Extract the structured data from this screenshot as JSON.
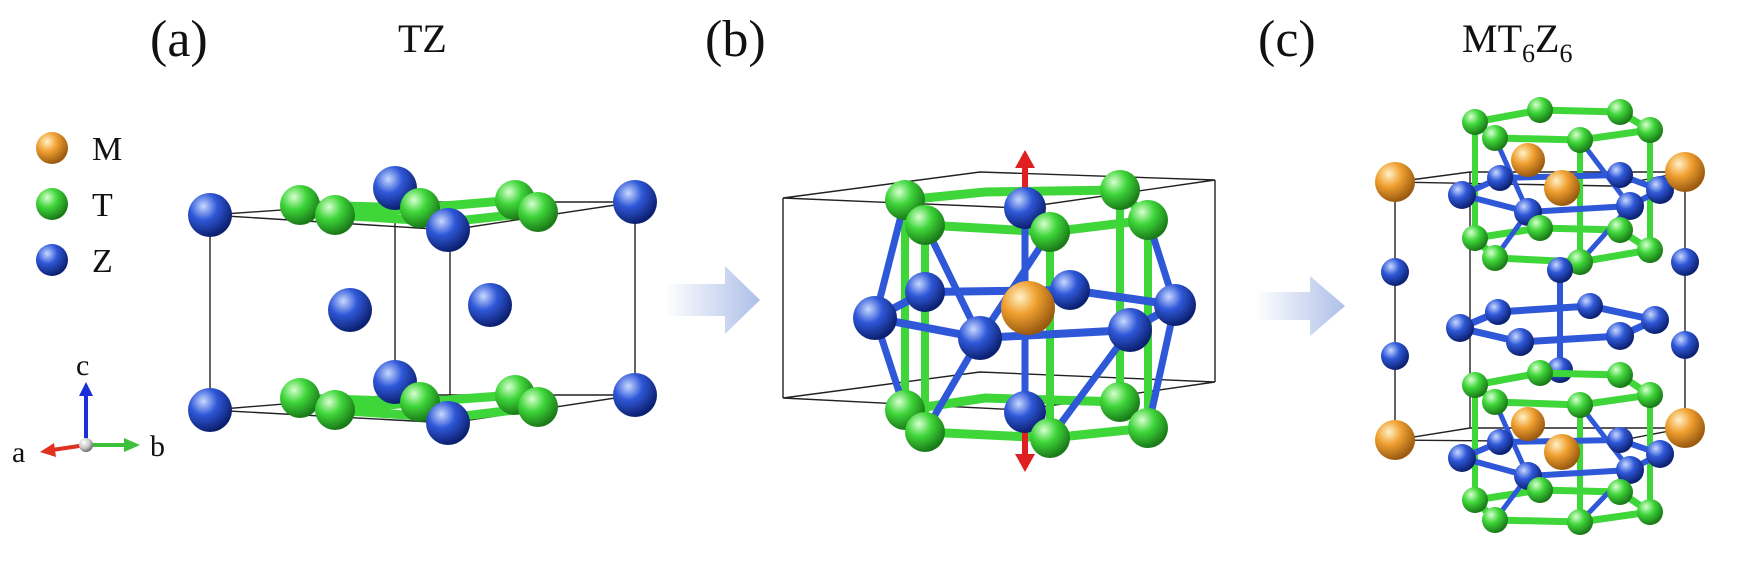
{
  "panels": [
    {
      "label": "(a)",
      "title": "TZ"
    },
    {
      "label": "(b)",
      "title": ""
    },
    {
      "label": "(c)",
      "title_main": "MT",
      "title_sub1": "6",
      "title_mid": "Z",
      "title_sub2": "6"
    }
  ],
  "legend": [
    {
      "symbol": "M",
      "color": "#f0a030"
    },
    {
      "symbol": "T",
      "color": "#3fd63a"
    },
    {
      "symbol": "Z",
      "color": "#2f58d8"
    }
  ],
  "axes": {
    "a": "a",
    "b": "b",
    "c": "c"
  },
  "colors": {
    "M": "#f0a030",
    "T": "#3fd63a",
    "Z": "#2f58d8",
    "displacement_arrow": "#e02020",
    "transition_arrow": "#aebfe8",
    "axis_a": "#e03020",
    "axis_b": "#3fc03a",
    "axis_c": "#1a2fd8"
  }
}
